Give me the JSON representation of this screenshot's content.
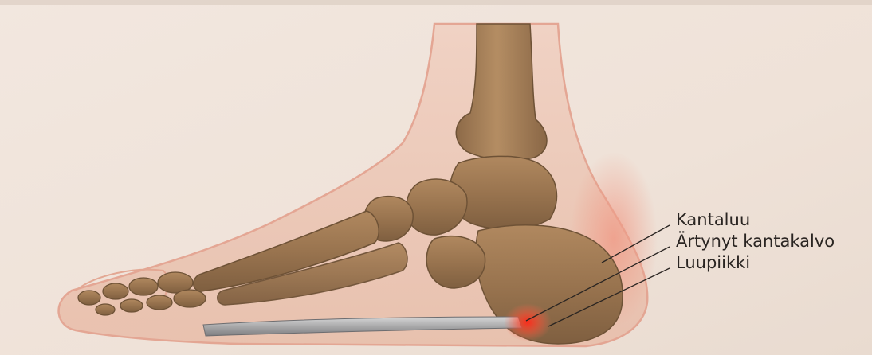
{
  "labels": {
    "calcaneus": "Kantaluu",
    "inflamed_fascia": "Ärtynyt kantakalvo",
    "heel_spur": "Luupiikki"
  }
}
